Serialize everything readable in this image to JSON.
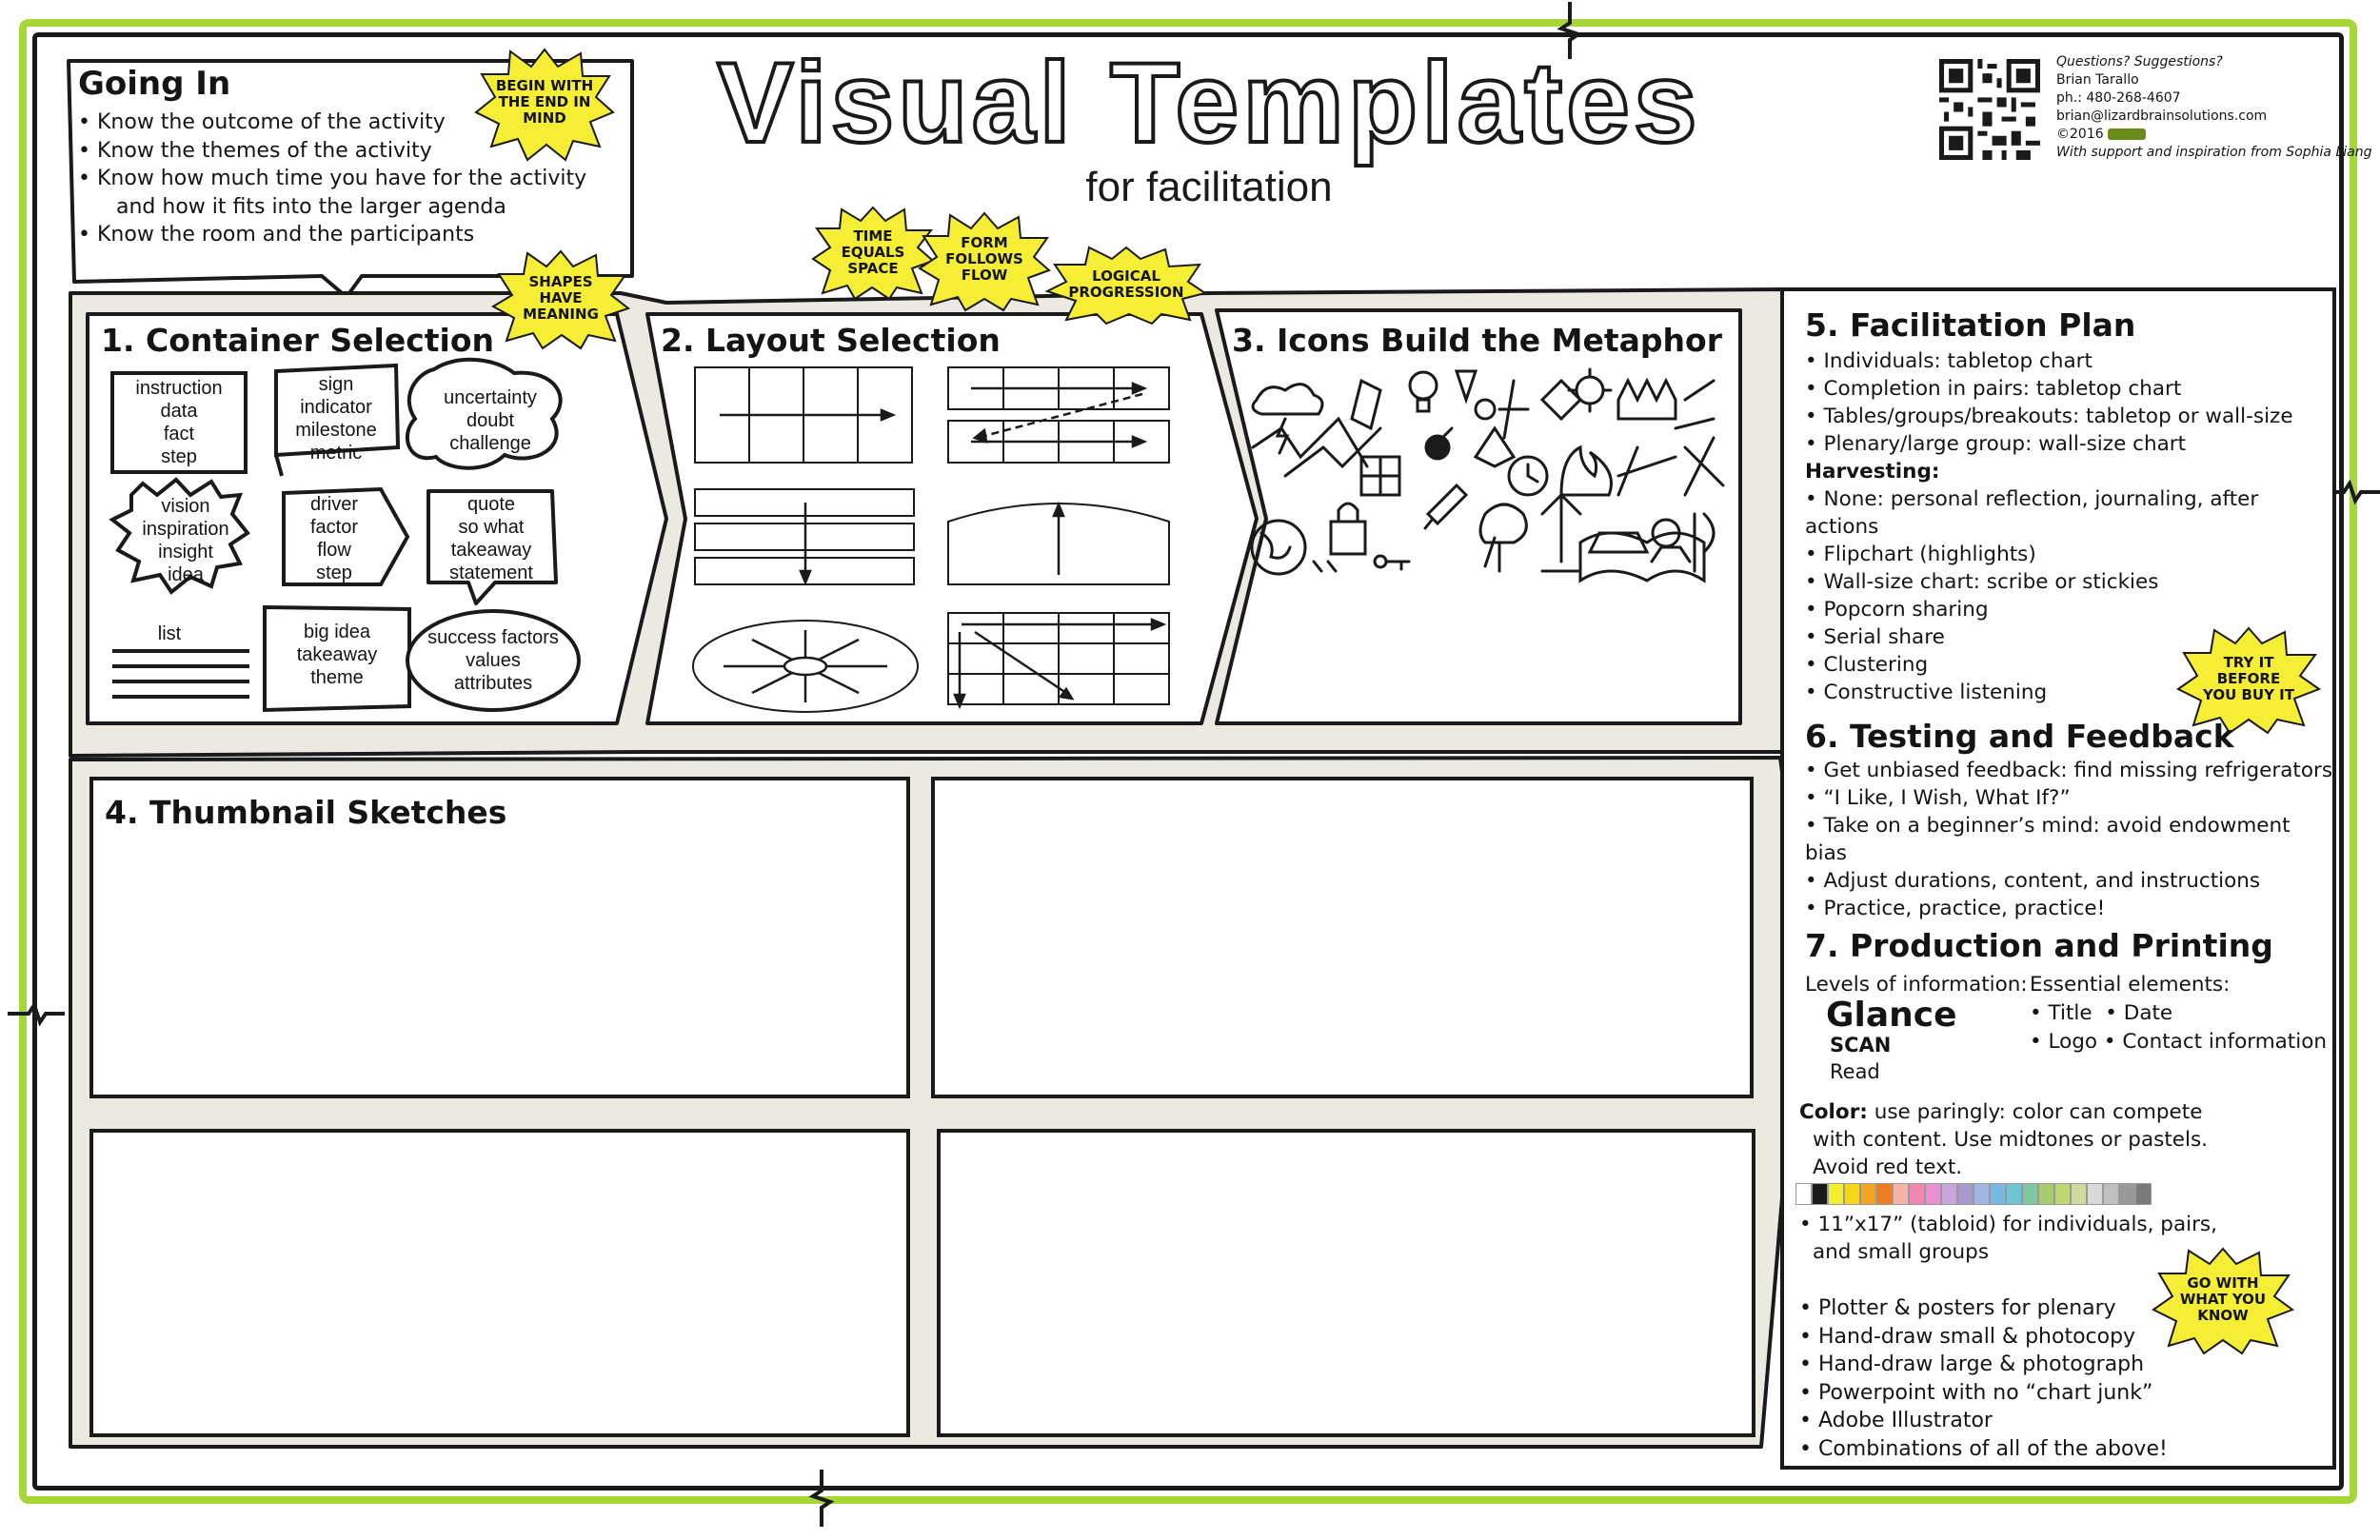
{
  "title": {
    "main": "Visual Templates",
    "sub": "for facilitation"
  },
  "contact": {
    "line1": "Questions? Suggestions?",
    "line2": "Brian Tarallo",
    "line3": "ph.: 480-268-4607",
    "line4": "brian@lizardbrainsolutions.com",
    "line5": "©2016",
    "line6": "With support and inspiration from Sophia Liang"
  },
  "going_in": {
    "heading": "Going In",
    "items": [
      "Know the outcome of the activity",
      "Know the themes of the activity",
      "Know how much time you have for the activity",
      "and how it fits into the larger agenda",
      "Know the room and the participants"
    ]
  },
  "bursts": {
    "begin": [
      "BEGIN WITH",
      "THE END IN",
      "MIND"
    ],
    "shapes": [
      "SHAPES",
      "HAVE",
      "MEANING"
    ],
    "time": [
      "TIME",
      "EQUALS",
      "SPACE"
    ],
    "form": [
      "FORM",
      "FOLLOWS",
      "FLOW"
    ],
    "logical": [
      "LOGICAL",
      "PROGRESSION"
    ],
    "try": [
      "TRY IT",
      "BEFORE",
      "YOU BUY IT"
    ],
    "go": [
      "GO WITH",
      "WHAT YOU",
      "KNOW"
    ]
  },
  "sections": {
    "s1": "1. Container Selection",
    "s2": "2. Layout Selection",
    "s3": "3. Icons Build the Metaphor",
    "s4": "4. Thumbnail Sketches",
    "s5": "5. Facilitation Plan",
    "s6": "6. Testing and Feedback",
    "s7": "7. Production and Printing"
  },
  "containers": {
    "c1": [
      "instruction",
      "data",
      "fact",
      "step"
    ],
    "c2": [
      "sign",
      "indicator",
      "milestone",
      "metric"
    ],
    "c3": [
      "uncertainty",
      "doubt",
      "challenge"
    ],
    "c4": [
      "vision",
      "inspiration",
      "insight",
      "idea"
    ],
    "c5": [
      "driver",
      "factor",
      "flow",
      "step"
    ],
    "c6": [
      "quote",
      "so what",
      "takeaway",
      "statement"
    ],
    "c7": [
      "list"
    ],
    "c8": [
      "big idea",
      "takeaway",
      "theme"
    ],
    "c9": [
      "success factors",
      "values",
      "attributes"
    ]
  },
  "plan": {
    "items": [
      "Individuals: tabletop chart",
      "Completion in pairs: tabletop chart",
      "Tables/groups/breakouts: tabletop or wall-size",
      "Plenary/large group: wall-size chart"
    ],
    "harvesting_label": "Harvesting:",
    "harvesting": [
      "None: personal reflection, journaling, after actions",
      "Flipchart (highlights)",
      "Wall-size chart: scribe or stickies",
      "Popcorn sharing",
      "Serial share",
      "Clustering",
      "Constructive listening"
    ]
  },
  "testing": {
    "items": [
      "Get unbiased feedback: find missing refrigerators",
      "“I Like, I Wish, What If?”",
      "Take on a beginner’s mind: avoid endowment bias",
      "Adjust durations, content, and instructions",
      "Practice, practice, practice!"
    ]
  },
  "production": {
    "levels_label": "Levels of information:",
    "glance": "Glance",
    "scan": "SCAN",
    "read": "Read",
    "essential_label": "Essential elements:",
    "essential1": "• Title  • Date",
    "essential2": "• Logo • Contact information",
    "color_label": "Color:",
    "color_text1": "use paringly: color can compete",
    "color_text2": "with content. Use midtones or pastels.",
    "color_text3": "Avoid red text.",
    "swatches": [
      "#ffffff",
      "#1a1a1a",
      "#f3ef2a",
      "#f6d71a",
      "#f3a51f",
      "#ee7d22",
      "#f6b4a4",
      "#f188b1",
      "#eb8fd5",
      "#c7a6dd",
      "#a89ad1",
      "#9fb6e0",
      "#77b9e5",
      "#6fc5d4",
      "#7fc6a3",
      "#a5cc6d",
      "#bcd86e",
      "#cfd99e",
      "#d9d9d9",
      "#bfbfbf",
      "#999999",
      "#7a7a7a"
    ],
    "print1a": "11”x17” (tabloid) for individuals, pairs,",
    "print1b": "and small groups",
    "print_items": [
      "Plotter & posters for plenary",
      "Hand-draw small & photocopy",
      "Hand-draw large & photograph",
      "Powerpoint with no “chart junk”",
      "Adobe Illustrator",
      "Combinations of all of the above!"
    ]
  }
}
